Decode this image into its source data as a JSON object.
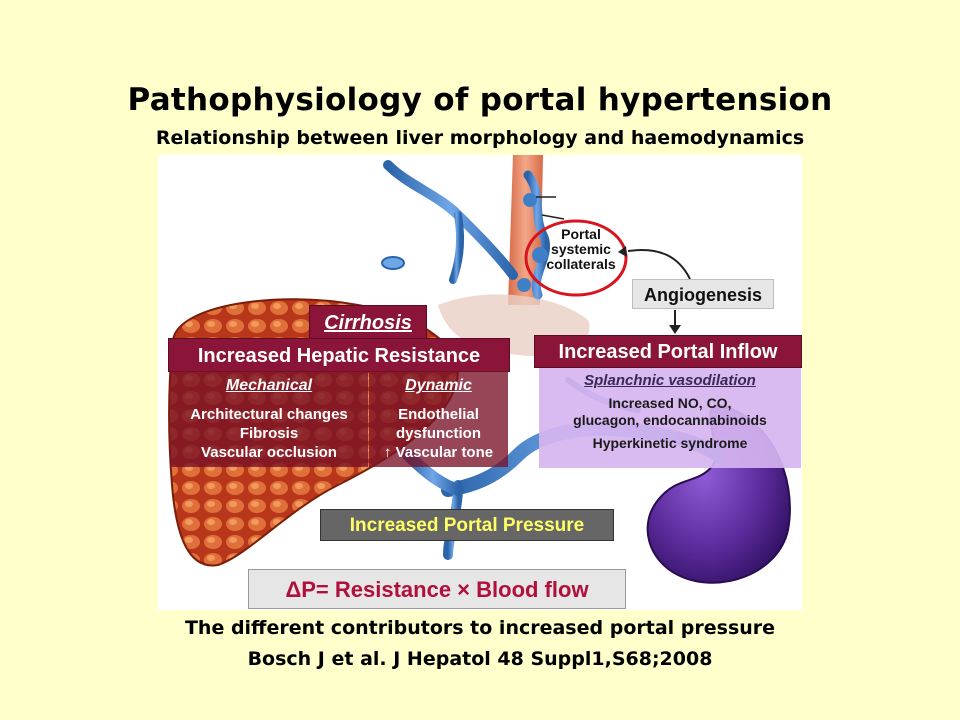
{
  "title": "Pathophysiology of portal hypertension",
  "subtitle": "Relationship between liver morphology and haemodynamics",
  "figure": {
    "cirrhosis_label": "Cirrhosis",
    "hepatic_resistance_label": "Increased Hepatic Resistance",
    "mechanical": {
      "heading": "Mechanical",
      "lines": [
        "Architectural changes",
        "Fibrosis",
        "Vascular occlusion"
      ]
    },
    "dynamic": {
      "heading": "Dynamic",
      "lines": [
        "Endothelial",
        "dysfunction",
        "↑ Vascular tone"
      ]
    },
    "portal_inflow_label": "Increased Portal Inflow",
    "splanchnic": {
      "heading": "Splanchnic vasodilation",
      "lines": [
        "Increased NO, CO,",
        "glucagon, endocannabinoids",
        "Hyperkinetic syndrome"
      ]
    },
    "angiogenesis_label": "Angiogenesis",
    "collaterals_label": [
      "Portal",
      "systemic",
      "collaterals"
    ],
    "portal_pressure_label": "Increased Portal Pressure",
    "formula": "ΔP= Resistance × Blood flow"
  },
  "caption": {
    "line1": "The different contributors to increased portal pressure",
    "line2": "Bosch J et al. J Hepatol 48 Suppl1,S68;2008"
  },
  "colors": {
    "background": "#FFFFCC",
    "label_maroon": "#8B1538",
    "splanchnic_panel": "#D6B4F0",
    "pressure_box": "#666666",
    "pressure_text": "#FFFF66",
    "formula_text": "#B0103A",
    "liver": "#C8451E",
    "vein_blue": "#3F7FC8",
    "spleen": "#5A2A9A"
  }
}
